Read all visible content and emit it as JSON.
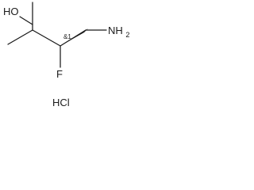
{
  "molecule": {
    "atoms": {
      "hydroxyl": "HO",
      "fluorine": "F",
      "amine": "NH2",
      "salt": "HCl"
    },
    "stereo_descriptor": "&1",
    "bond_style": {
      "stereo_bond": "bold-wedge"
    }
  },
  "colors": {
    "ink": "#1a1a1a",
    "background": "#ffffff"
  }
}
